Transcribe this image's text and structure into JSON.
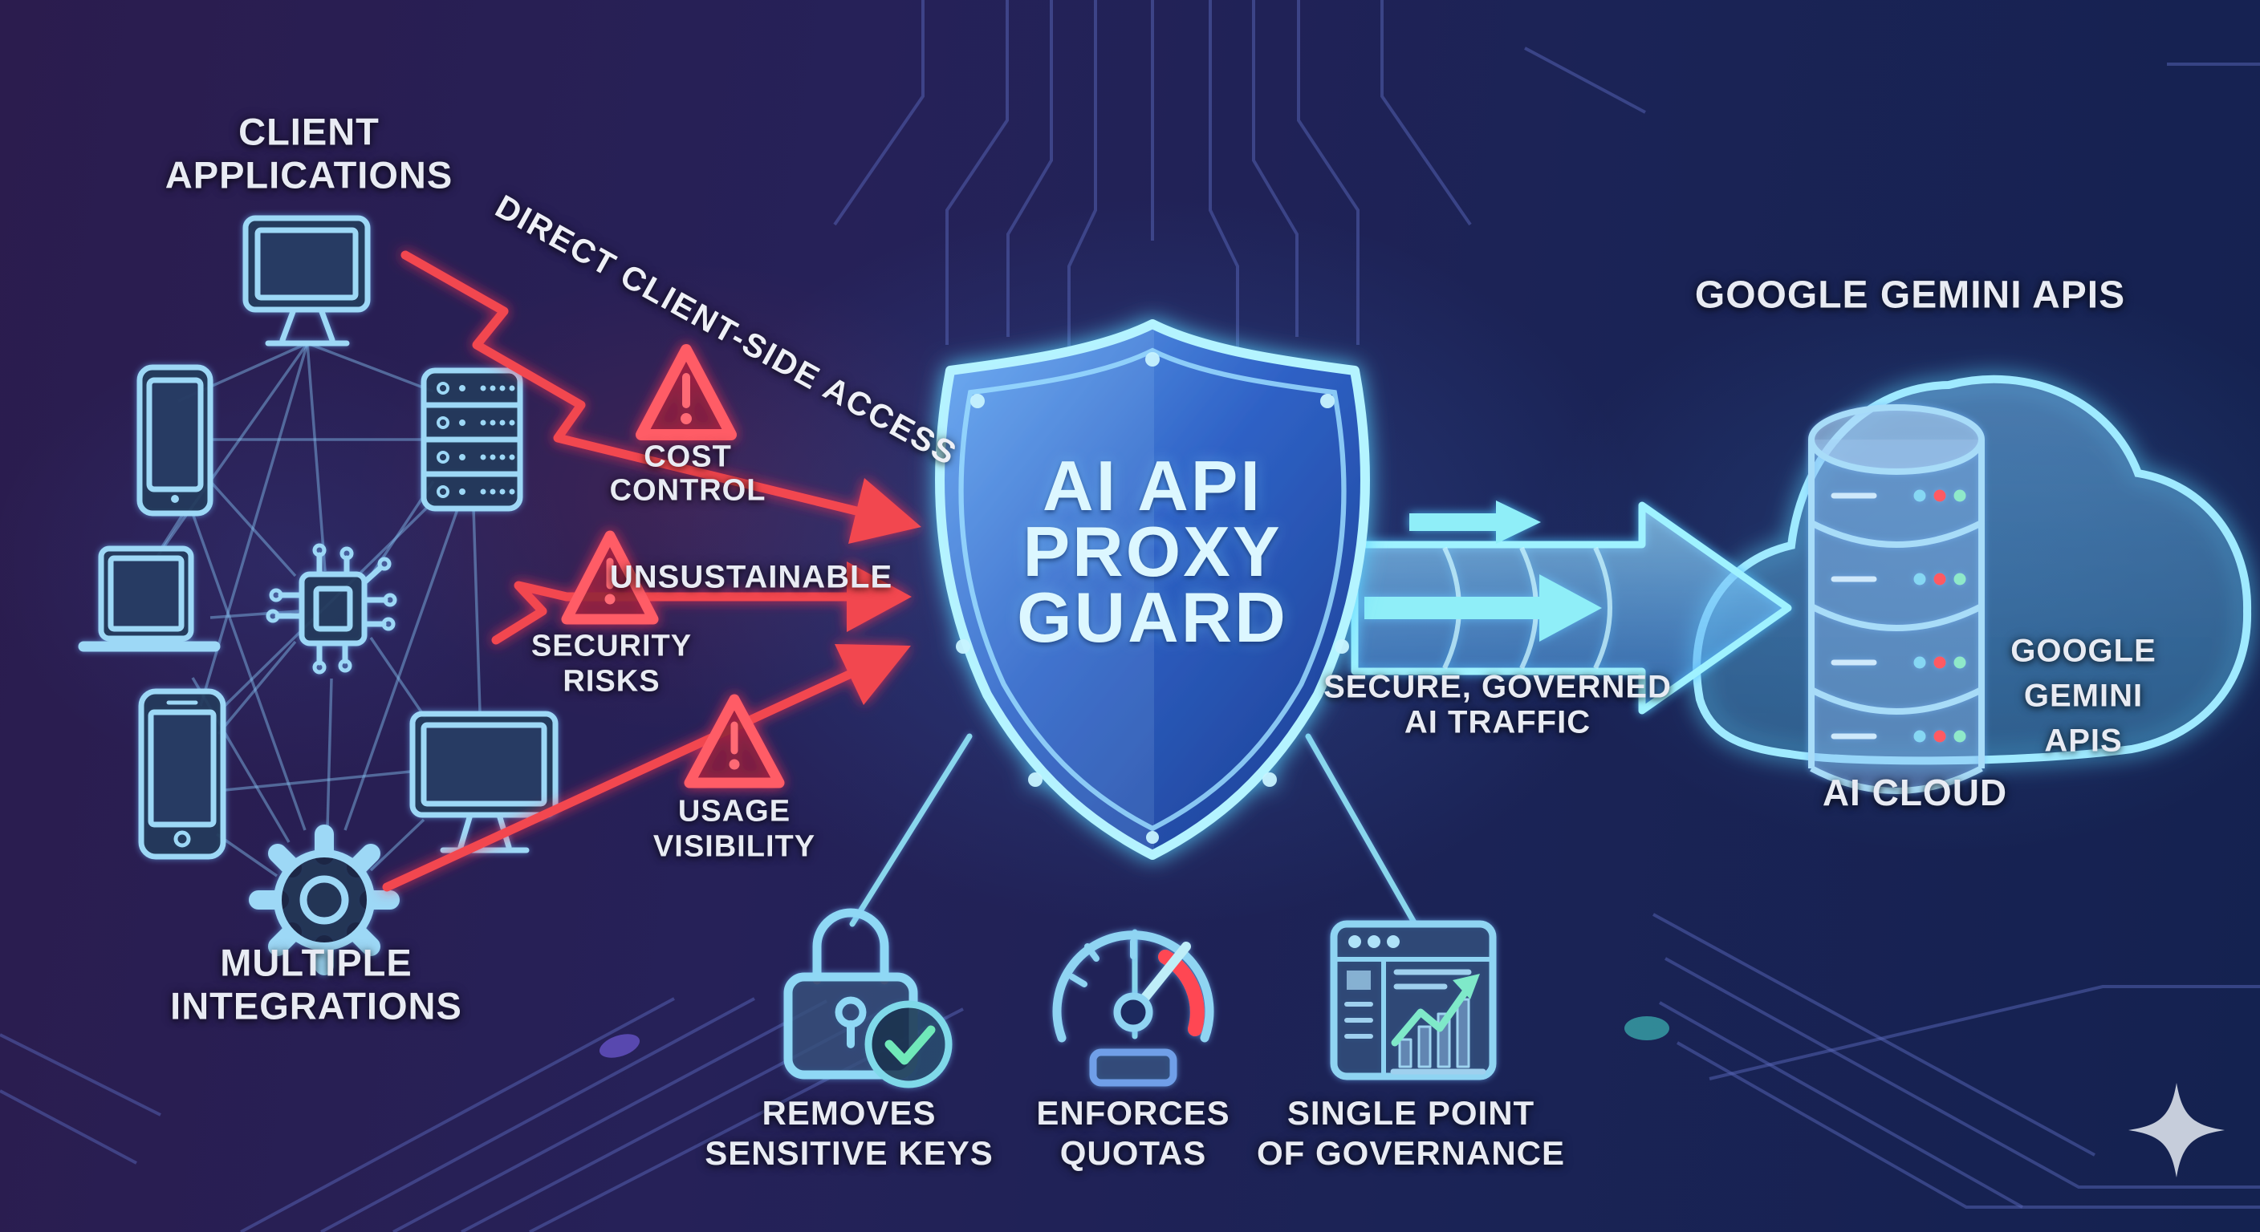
{
  "colors": {
    "background_left": "#2b1c4e",
    "background_right": "#142250",
    "neon_cyan": "#9dd8f6",
    "glow_cyan": "#4fc3ff",
    "alert_red": "#f2474f",
    "shield_fill_top": "#5d9bef",
    "shield_fill_bottom": "#1b3c8f",
    "text_light": "#e8ebf3",
    "shield_text": "#dcf7ff",
    "success_green": "#6fe9b9"
  },
  "left_cluster": {
    "title_line1": "CLIENT",
    "title_line2": "APPLICATIONS",
    "caption_line1": "MULTIPLE",
    "caption_line2": "INTEGRATIONS"
  },
  "threats": {
    "arrow_label": "DIRECT CLIENT-SIDE ACCESS",
    "cost_line1": "COST",
    "cost_line2": "CONTROL",
    "unsustainable": "UNSUSTAINABLE",
    "security_line1": "SECURITY",
    "security_line2": "RISKS",
    "usage_line1": "USAGE",
    "usage_line2": "VISIBILITY"
  },
  "shield": {
    "line1": "AI API",
    "line2": "PROXY",
    "line3": "GUARD"
  },
  "flow": {
    "line1": "SECURE, GOVERNED",
    "line2": "AI TRAFFIC"
  },
  "cloud": {
    "title": "GOOGLE GEMINI APIs",
    "inner_line1": "GOOGLE",
    "inner_line2": "GEMINI",
    "inner_line3": "APIs",
    "caption": "AI CLOUD"
  },
  "features": {
    "keys_line1": "REMOVES",
    "keys_line2": "SENSITIVE KEYS",
    "quotas_line1": "ENFORCES",
    "quotas_line2": "QUOTAS",
    "governance_line1": "SINGLE POINT",
    "governance_line2": "OF GOVERNANCE"
  },
  "icons": {
    "left_cluster": [
      "desktop-monitor-icon",
      "tablet-icon",
      "server-rack-icon",
      "laptop-icon",
      "cpu-chip-icon",
      "smartphone-icon",
      "desktop-monitor-2-icon",
      "gear-icon"
    ],
    "threats": [
      "warning-triangle-icon",
      "lightning-arrow-icon"
    ],
    "center": [
      "shield-icon",
      "flow-arrow-icon"
    ],
    "cloud": [
      "cloud-icon",
      "database-stack-icon"
    ],
    "features": [
      "padlock-check-icon",
      "gauge-icon",
      "analytics-dashboard-icon"
    ],
    "misc": [
      "sparkle-icon",
      "circuit-traces"
    ]
  }
}
